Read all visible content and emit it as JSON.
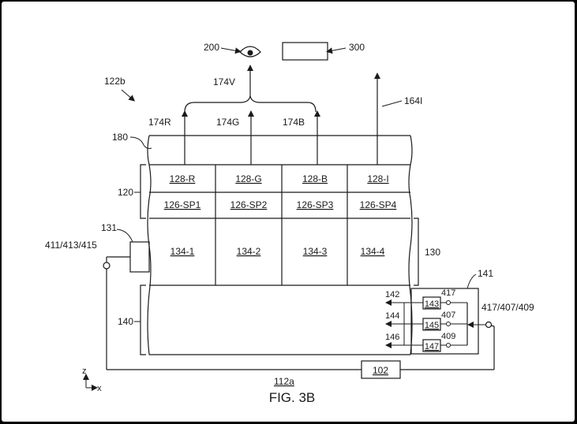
{
  "figure": {
    "caption": "FIG. 3B",
    "device_ref": "122b",
    "eye_ref": "200",
    "box_ref": "300",
    "visible_ref": "174V",
    "ir_ref": "164I",
    "red_ref": "174R",
    "green_ref": "174G",
    "blue_ref": "174B",
    "top_layer_ref": "180",
    "pixel_layer_ref": "120",
    "bracket_131_ref": "131",
    "left_node_ref": "411/413/415",
    "layer_130_ref": "130",
    "layer_140_ref": "140",
    "block_141_ref": "141",
    "right_node_ref": "417/407/409",
    "line_ref": "112a",
    "controller_ref": "102",
    "axis_z": "z",
    "axis_x": "x"
  },
  "cells_row1": [
    "128-R",
    "128-G",
    "128-B",
    "128-I"
  ],
  "cells_row2": [
    "126-SP1",
    "126-SP2",
    "126-SP3",
    "126-SP4"
  ],
  "cells_row3": [
    "134-1",
    "134-2",
    "134-3",
    "134-4"
  ],
  "circuit": {
    "outputs": [
      "142",
      "144",
      "146"
    ],
    "inner_top": [
      "417",
      "407",
      "409"
    ],
    "boxes": [
      "143",
      "145",
      "147"
    ]
  }
}
